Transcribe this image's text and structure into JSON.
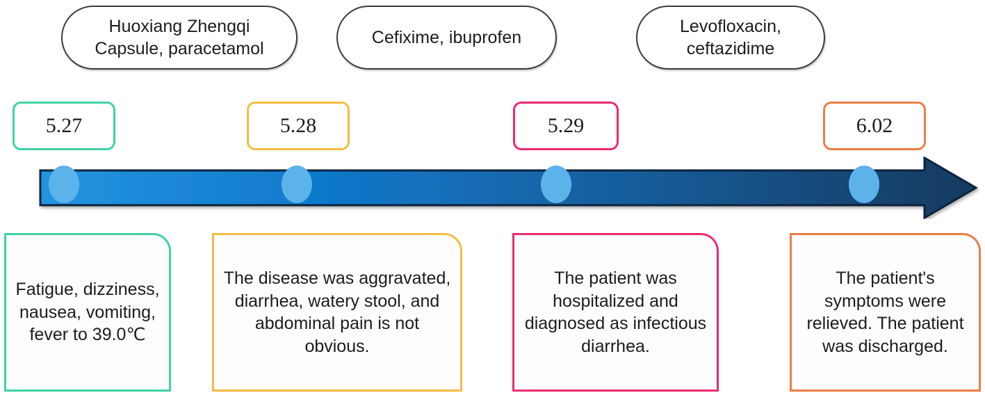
{
  "diagram": {
    "type": "clinical-timeline",
    "medications": [
      {
        "id": "med-1",
        "text": "Huoxiang Zhengqi\nCapsule, paracetamol",
        "line1": "Huoxiang Zhengqi",
        "line2": "Capsule, paracetamol"
      },
      {
        "id": "med-2",
        "text": "Cefixime, ibuprofen",
        "line1": "Cefixime, ibuprofen",
        "line2": ""
      },
      {
        "id": "med-3",
        "text": "Levofloxacin,\nceftazidime",
        "line1": "Levofloxacin,",
        "line2": "ceftazidime"
      }
    ],
    "events": [
      {
        "date": "5.27",
        "color": "#3fd1a4",
        "description": "Fatigue, dizziness, nausea, vomiting, fever to 39.0℃"
      },
      {
        "date": "5.28",
        "color": "#f5bc42",
        "description": "The disease was aggravated, diarrhea, watery stool, and abdominal pain is not obvious."
      },
      {
        "date": "5.29",
        "color": "#ec2a72",
        "description": "The patient was hospitalized and diagnosed as infectious diarrhea."
      },
      {
        "date": "6.02",
        "color": "#ef7c42",
        "description": "The patient's symptoms were relieved. The patient was discharged."
      }
    ],
    "axis": {
      "name": "time-arrow",
      "direction": "left-to-right",
      "gradient_start": "#1b86d6",
      "gradient_end": "#12395f",
      "outline": "#11243a",
      "marker_color": "#5cb3ea"
    }
  }
}
